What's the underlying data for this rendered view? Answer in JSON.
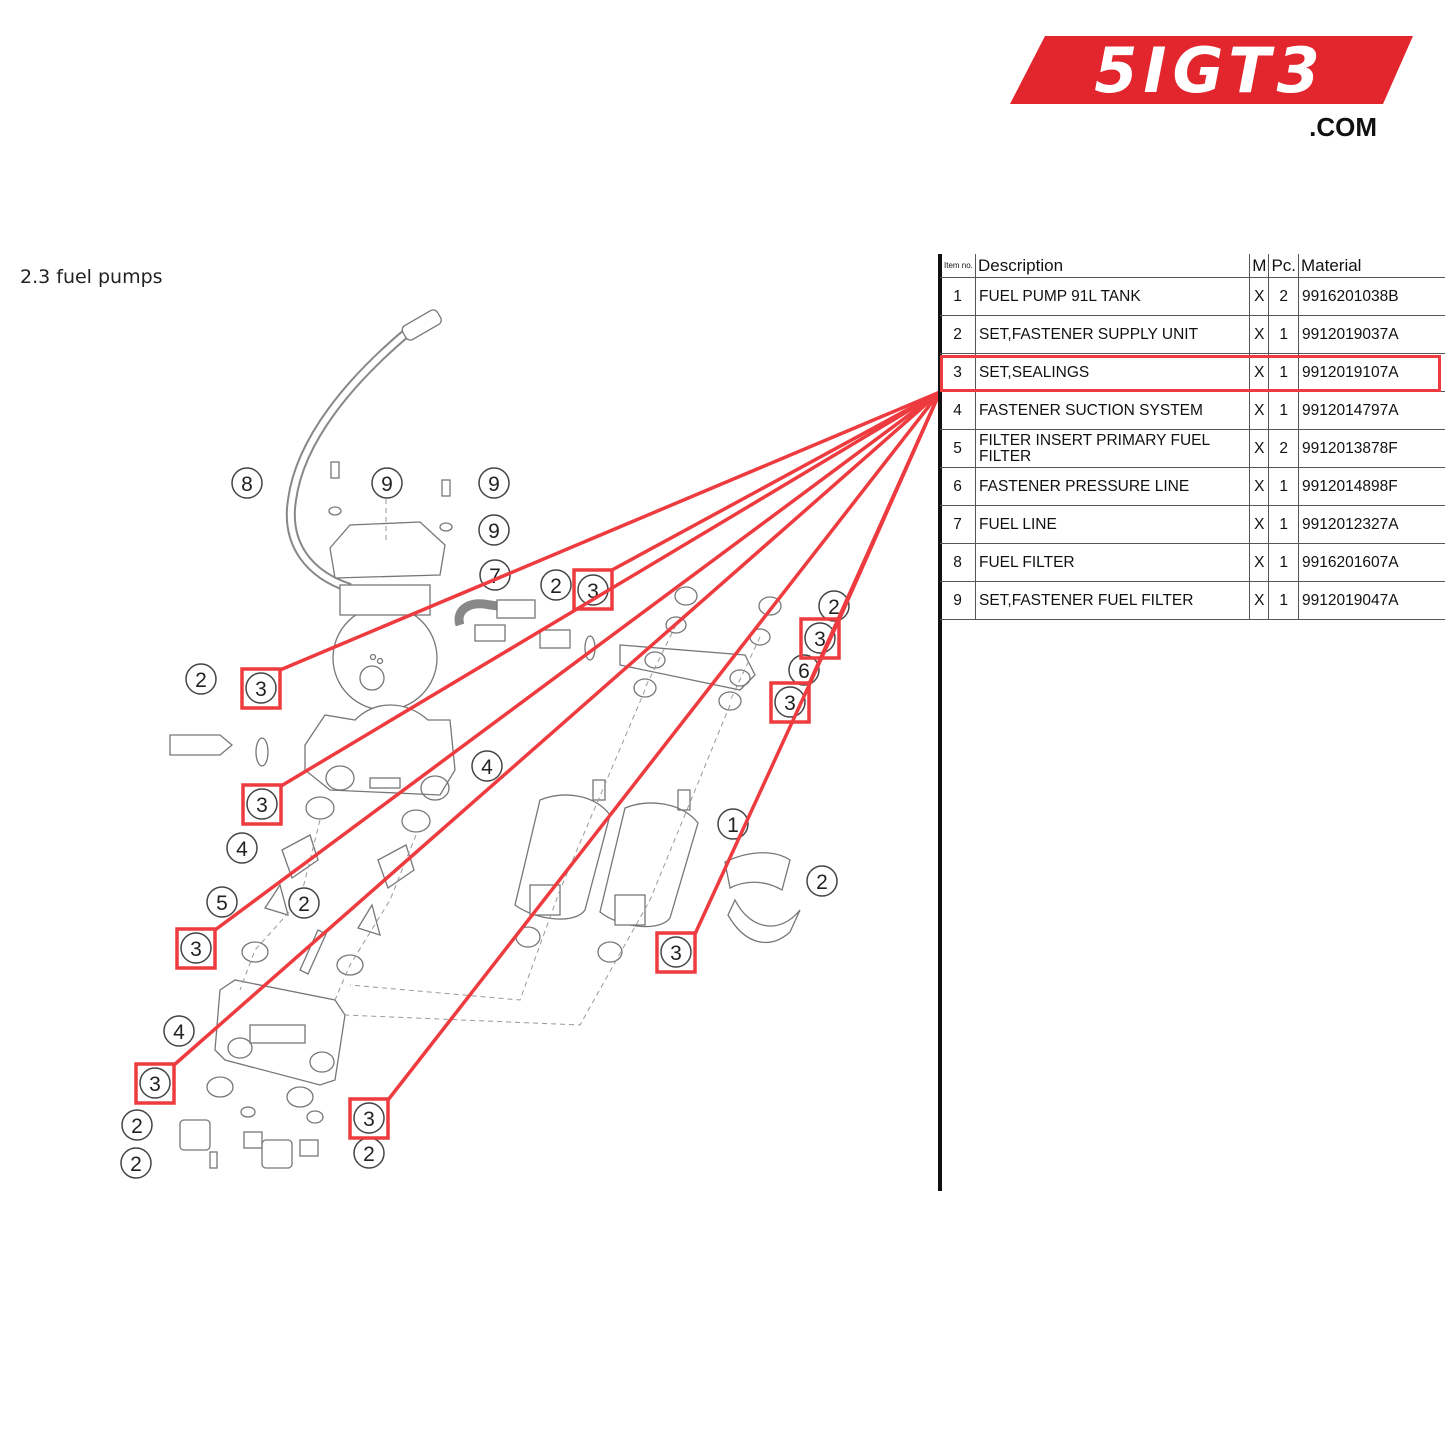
{
  "brand": {
    "logo_text": "5IGT3",
    "domain": ".COM",
    "color": "#e3252d"
  },
  "section": {
    "title": "2.3  fuel pumps"
  },
  "table": {
    "headers": {
      "item_no": "Item no.",
      "description": "Description",
      "m": "M",
      "pc": "Pc.",
      "material": "Material"
    },
    "rows": [
      {
        "no": "1",
        "description": "FUEL PUMP 91L TANK",
        "m": "X",
        "pc": "2",
        "material": "9916201038B"
      },
      {
        "no": "2",
        "description": "SET,FASTENER SUPPLY UNIT",
        "m": "X",
        "pc": "1",
        "material": "9912019037A"
      },
      {
        "no": "3",
        "description": "SET,SEALINGS",
        "m": "X",
        "pc": "1",
        "material": "9912019107A"
      },
      {
        "no": "4",
        "description": "FASTENER SUCTION SYSTEM",
        "m": "X",
        "pc": "1",
        "material": "9912014797A"
      },
      {
        "no": "5",
        "description": "FILTER INSERT PRIMARY FUEL FILTER",
        "m": "X",
        "pc": "2",
        "material": "9912013878F"
      },
      {
        "no": "6",
        "description": "FASTENER PRESSURE LINE",
        "m": "X",
        "pc": "1",
        "material": "9912014898F"
      },
      {
        "no": "7",
        "description": "FUEL LINE",
        "m": "X",
        "pc": "1",
        "material": "9912012327A"
      },
      {
        "no": "8",
        "description": "FUEL FILTER",
        "m": "X",
        "pc": "1",
        "material": "9916201607A"
      },
      {
        "no": "9",
        "description": "SET,FASTENER FUEL FILTER",
        "m": "X",
        "pc": "1",
        "material": "9912019047A"
      }
    ],
    "highlighted_item": "3",
    "highlight_color": "#ee3b3f"
  },
  "callouts": {
    "c8": "8",
    "c9a": "9",
    "c9b": "9",
    "c9c": "9",
    "c7": "7",
    "c2a": "2",
    "c3a": "3",
    "c2b": "2",
    "c3b": "3",
    "c6": "6",
    "c3c": "3",
    "c2c": "2",
    "c3d": "3",
    "c4a": "4",
    "c3e": "3",
    "c4b": "4",
    "c1": "1",
    "c2d": "2",
    "c5": "5",
    "c2e": "2",
    "c3f": "3",
    "c3g": "3",
    "c4c": "4",
    "c3h": "3",
    "c2f": "2",
    "c3i": "3",
    "c2g": "2",
    "c2h": "2"
  }
}
